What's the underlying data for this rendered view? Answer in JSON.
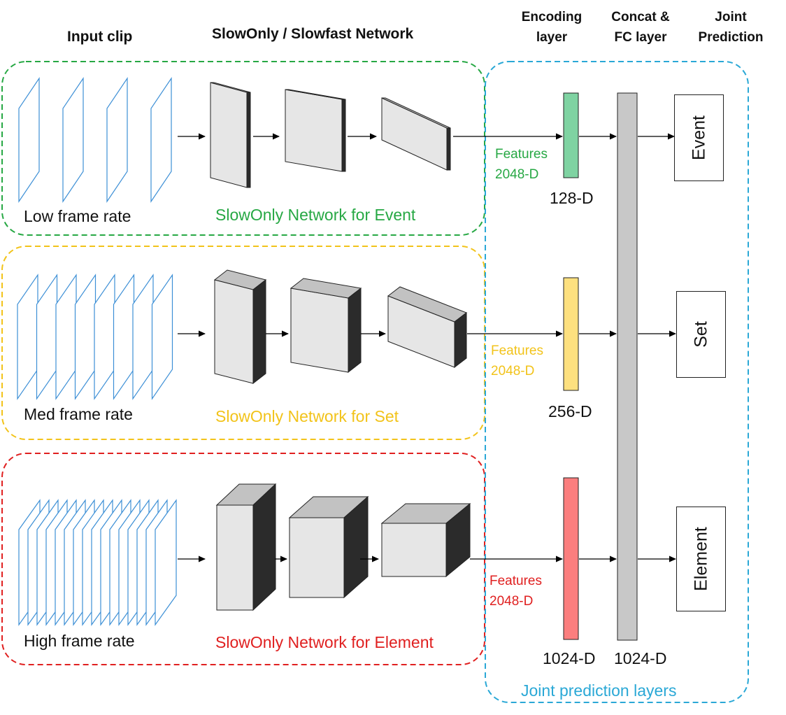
{
  "headers": {
    "input_clip": "Input clip",
    "network": "SlowOnly / Slowfast Network",
    "encoding": [
      "Encoding",
      "layer"
    ],
    "concat": [
      "Concat &",
      "FC layer"
    ],
    "joint": [
      "Joint",
      "Prediction"
    ]
  },
  "branches": [
    {
      "frame_label": "Low frame rate",
      "network_label": "SlowOnly Network for Event",
      "features": [
        "Features",
        "2048-D"
      ],
      "encoding_dim": "128-D",
      "output": "Event",
      "color": "#27a844",
      "encoding_color": "#7fd3a2"
    },
    {
      "frame_label": "Med frame rate",
      "network_label": "SlowOnly Network for Set",
      "features": [
        "Features",
        "2048-D"
      ],
      "encoding_dim": "256-D",
      "output": "Set",
      "color": "#f2c31a",
      "encoding_color": "#fde07f"
    },
    {
      "frame_label": "High frame rate",
      "network_label": "SlowOnly Network for Element",
      "features": [
        "Features",
        "2048-D"
      ],
      "encoding_dim": "1024-D",
      "output": "Element",
      "color": "#e02020",
      "encoding_color": "#fb7e7e"
    }
  ],
  "fc_dim": "1024-D",
  "joint_label": "Joint prediction layers",
  "colors": {
    "joint_border": "#2aa8d6",
    "frame_stroke": "#3c8fd6",
    "fc_bar": "#c8c8c8",
    "block_face": "#e6e6e6",
    "block_top": "#c2c2c2",
    "block_side": "#2b2b2b"
  }
}
